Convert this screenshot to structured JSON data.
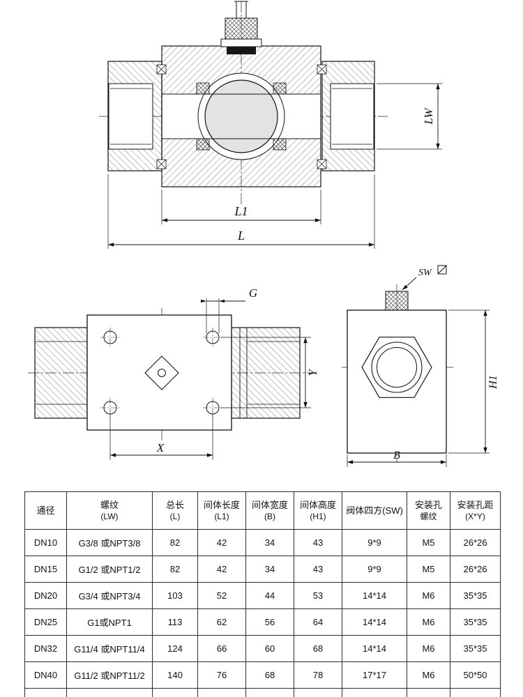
{
  "drawing": {
    "labels": {
      "lw": "LW",
      "l1": "L1",
      "l": "L",
      "g": "G",
      "x": "X",
      "y": "Y",
      "sw": "SW",
      "h1": "H1",
      "b": "B"
    }
  },
  "table": {
    "headers": [
      {
        "line1": "通径",
        "line2": ""
      },
      {
        "line1": "螺纹",
        "line2": "(LW)"
      },
      {
        "line1": "总长",
        "line2": "(L)"
      },
      {
        "line1": "间体长度",
        "line2": "(L1)"
      },
      {
        "line1": "间体宽度",
        "line2": "(B)"
      },
      {
        "line1": "间体高度",
        "line2": "(H1)"
      },
      {
        "line1": "阀体四方(SW)",
        "line2": ""
      },
      {
        "line1": "安装孔",
        "line2": "螺纹"
      },
      {
        "line1": "安装孔距",
        "line2": "(X*Y)"
      }
    ],
    "rows": [
      [
        "DN10",
        "G3/8 或NPT3/8",
        "82",
        "42",
        "34",
        "43",
        "9*9",
        "M5",
        "26*26"
      ],
      [
        "DN15",
        "G1/2 或NPT1/2",
        "82",
        "42",
        "34",
        "43",
        "9*9",
        "M5",
        "26*26"
      ],
      [
        "DN20",
        "G3/4 或NPT3/4",
        "103",
        "52",
        "44",
        "53",
        "14*14",
        "M6",
        "35*35"
      ],
      [
        "DN25",
        "G1或NPT1",
        "113",
        "62",
        "56",
        "64",
        "14*14",
        "M6",
        "35*35"
      ],
      [
        "DN32",
        "G11/4 或NPT11/4",
        "124",
        "66",
        "60",
        "68",
        "14*14",
        "M6",
        "35*35"
      ],
      [
        "DN40",
        "G11/2 或NPT11/2",
        "140",
        "76",
        "68",
        "78",
        "17*17",
        "M6",
        "50*50"
      ]
    ]
  }
}
